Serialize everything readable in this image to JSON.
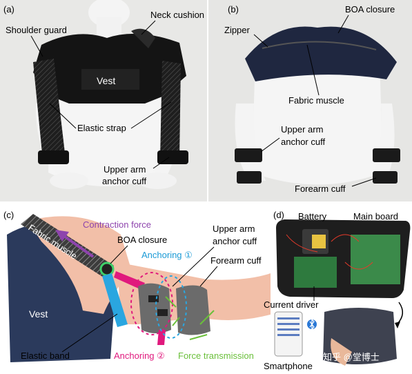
{
  "panels": {
    "a": {
      "tag": "(a)",
      "labels": {
        "neck_cushion": "Neck cushion",
        "shoulder_guard": "Shoulder guard",
        "vest": "Vest",
        "elastic_strap": "Elastic strap",
        "upper_arm_anchor_cuff_1": "Upper arm",
        "upper_arm_anchor_cuff_2": "anchor cuff"
      }
    },
    "b": {
      "tag": "(b)",
      "labels": {
        "boa_closure": "BOA closure",
        "zipper": "Zipper",
        "fabric_muscle": "Fabric muscle",
        "upper_arm_anchor_cuff_1": "Upper arm",
        "upper_arm_anchor_cuff_2": "anchor cuff",
        "forearm_cuff": "Forearm cuff"
      }
    },
    "c": {
      "tag": "(c)",
      "labels": {
        "contraction_force": "Contraction force",
        "fabric_muscle": "Fabric muscle",
        "boa_closure": "BOA closure",
        "anchoring_1": "Anchoring ①",
        "upper_arm_anchor_cuff_1": "Upper arm",
        "upper_arm_anchor_cuff_2": "anchor cuff",
        "forearm_cuff": "Forearm cuff",
        "vest": "Vest",
        "elastic_band": "Elastic band",
        "anchoring_2": "Anchoring ②",
        "force_transmission": "Force transmission"
      }
    },
    "d": {
      "tag": "(d)",
      "labels": {
        "battery": "Battery",
        "main_board": "Main board",
        "current_driver": "Current driver",
        "smartphone": "Smartphone"
      }
    }
  },
  "watermark": "知乎 @堂博士",
  "colors": {
    "contraction": "#8e44ad",
    "anchoring": "#1a9ad6",
    "anchoring2": "#e0197d",
    "force_transmission": "#6abf3a",
    "fabric_muscle": "#4a4a4a",
    "vest": "#2b3a5c",
    "skin": "#f2bfa8",
    "photo_bg": "#e4e4e2"
  }
}
